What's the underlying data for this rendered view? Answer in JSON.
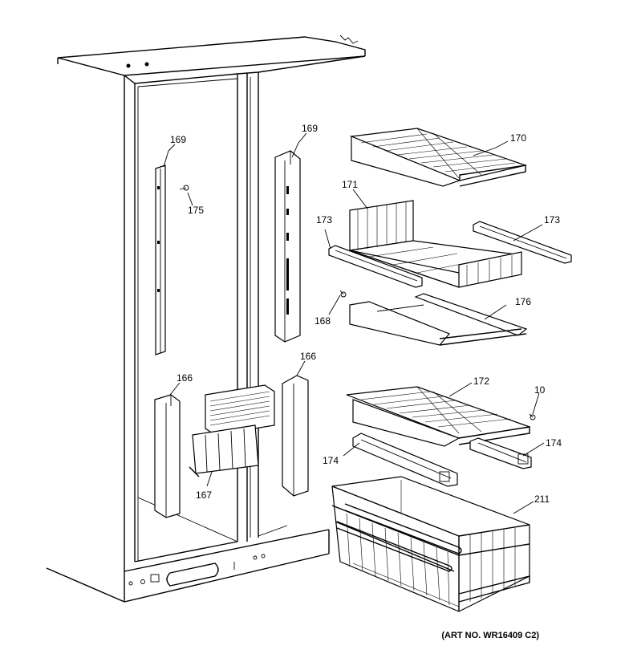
{
  "art_number": "(ART NO. WR16409 C2)",
  "callouts": [
    {
      "id": "label-169-left",
      "text": "169"
    },
    {
      "id": "label-175",
      "text": "175"
    },
    {
      "id": "label-169-right",
      "text": "169"
    },
    {
      "id": "label-170",
      "text": "170"
    },
    {
      "id": "label-171",
      "text": "171"
    },
    {
      "id": "label-173-left",
      "text": "173"
    },
    {
      "id": "label-173-right",
      "text": "173"
    },
    {
      "id": "label-168",
      "text": "168"
    },
    {
      "id": "label-176",
      "text": "176"
    },
    {
      "id": "label-166-left",
      "text": "166"
    },
    {
      "id": "label-166-right",
      "text": "166"
    },
    {
      "id": "label-172",
      "text": "172"
    },
    {
      "id": "label-10",
      "text": "10"
    },
    {
      "id": "label-174-left",
      "text": "174"
    },
    {
      "id": "label-174-right",
      "text": "174"
    },
    {
      "id": "label-167",
      "text": "167"
    },
    {
      "id": "label-211",
      "text": "211"
    }
  ]
}
